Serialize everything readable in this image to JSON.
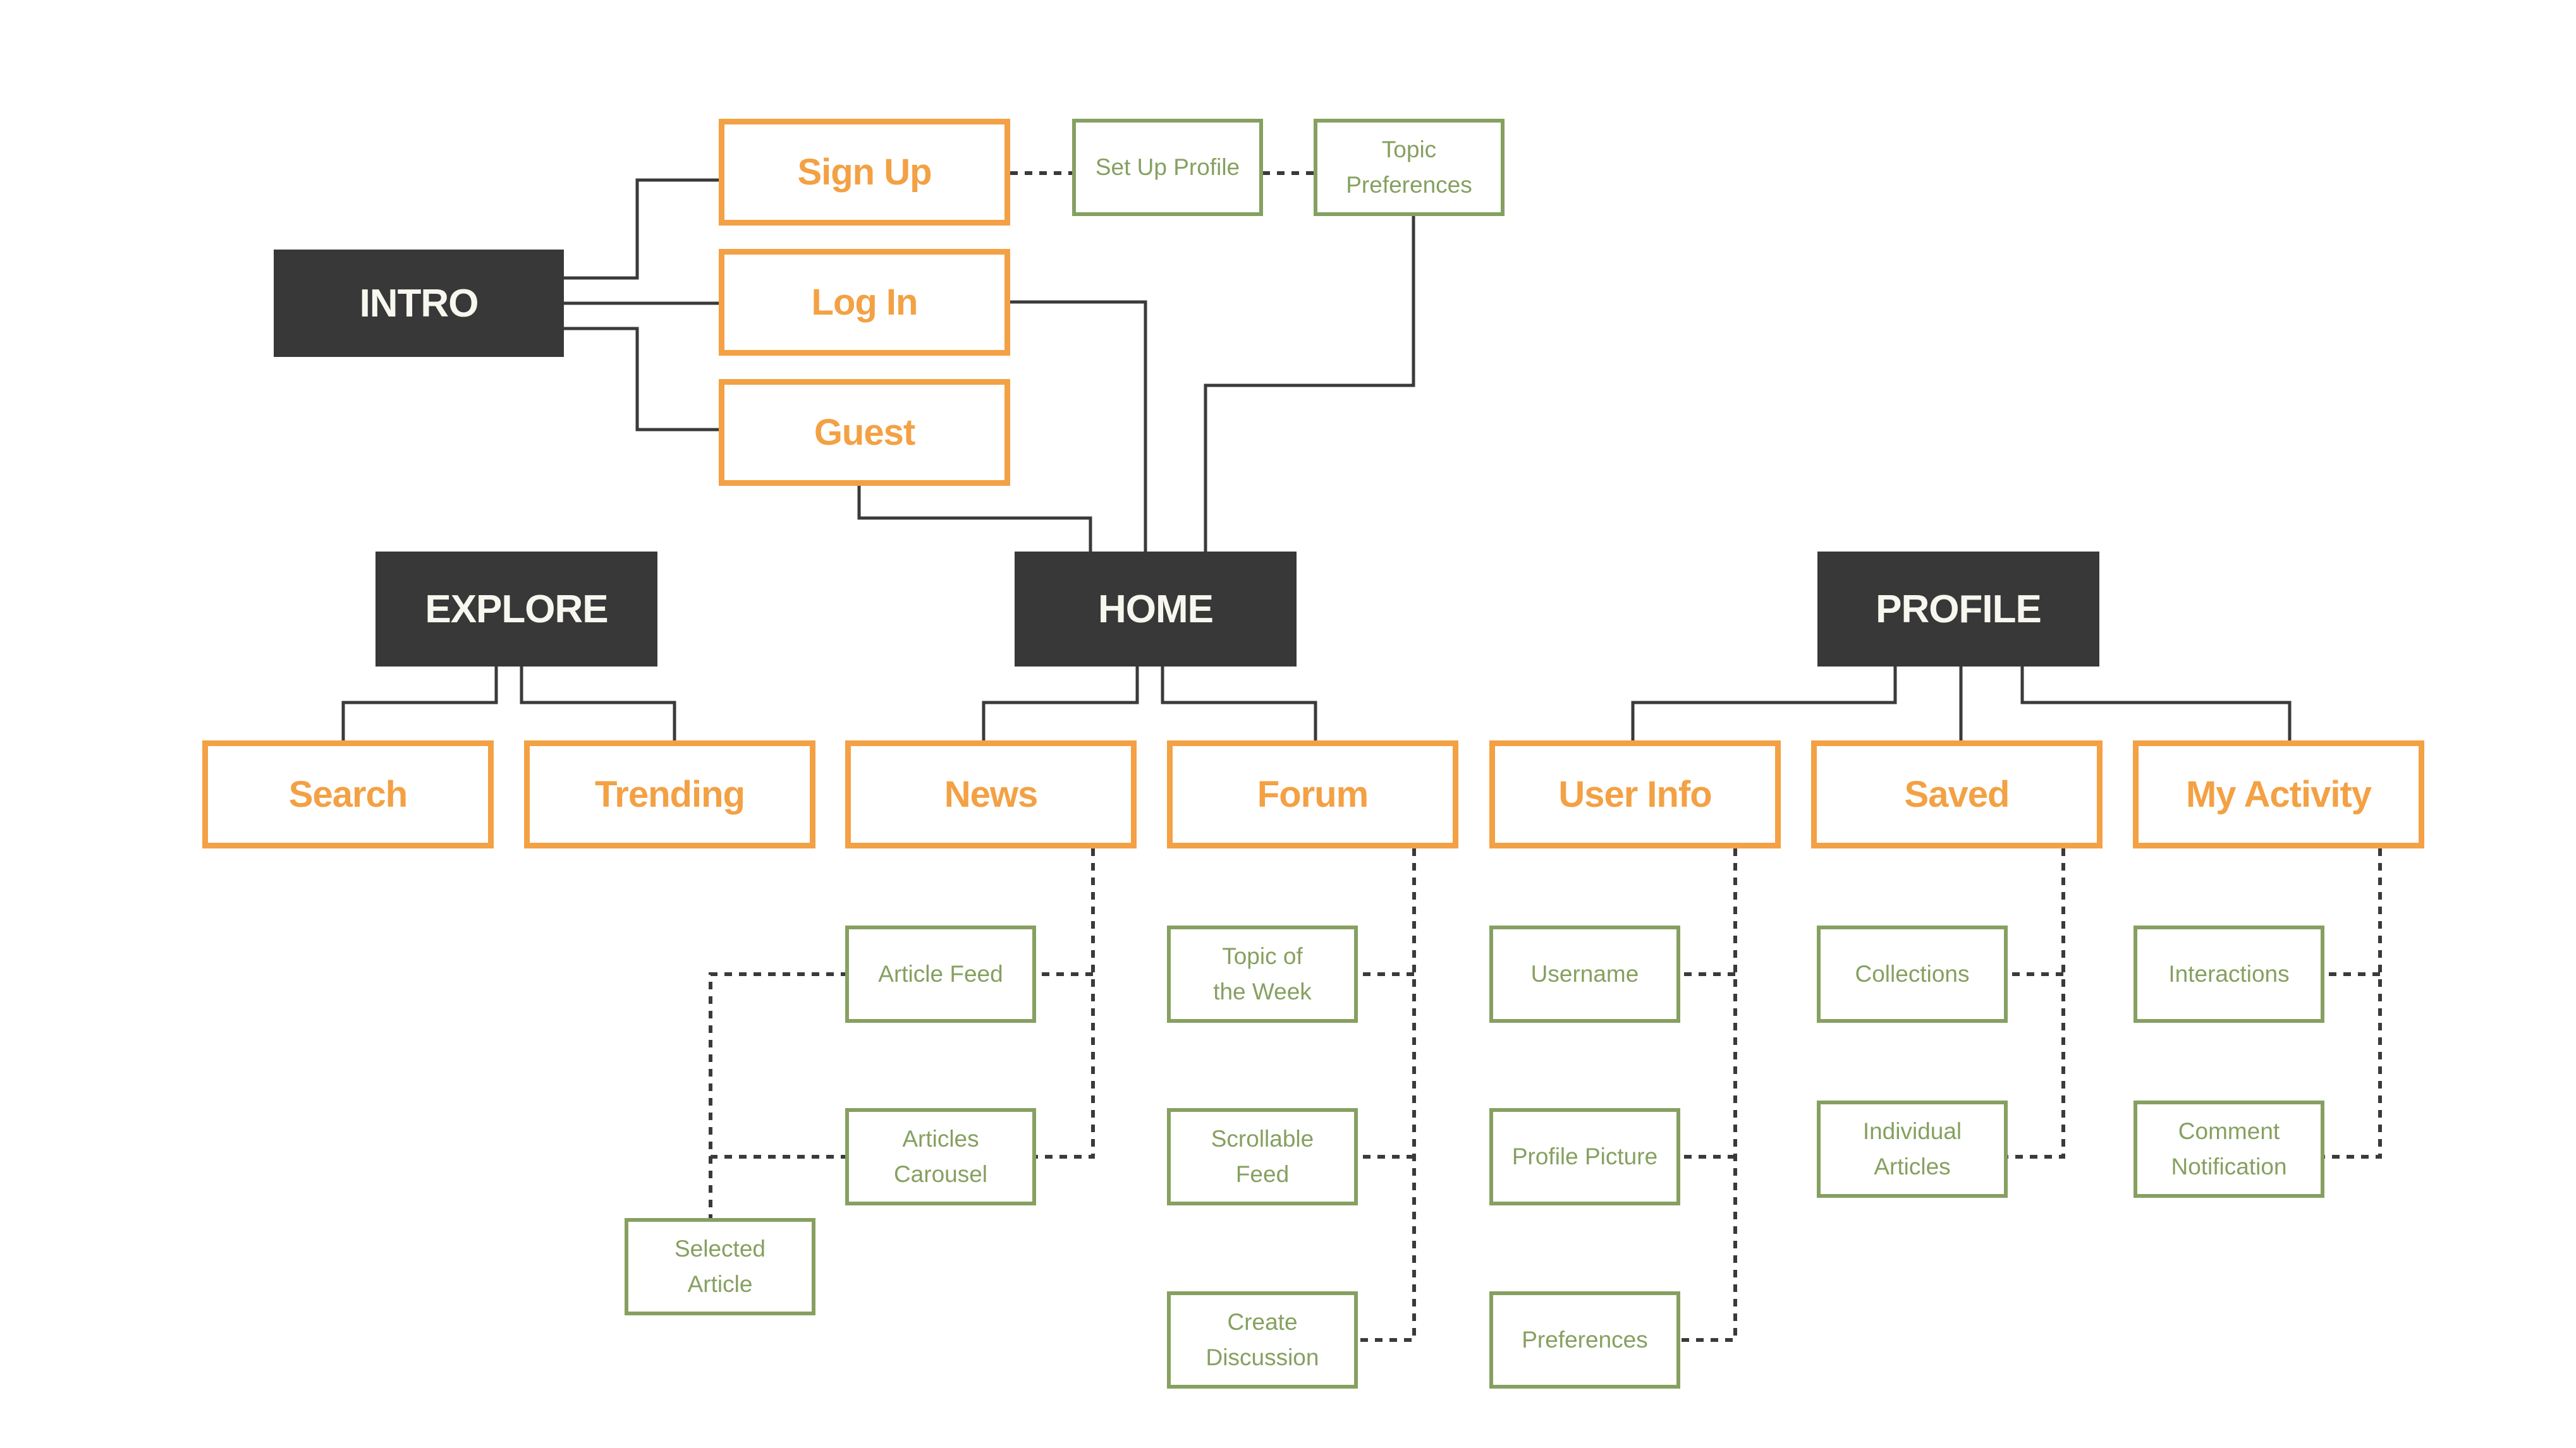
{
  "colors": {
    "dark": "#383838",
    "dark_text": "#f7f7ef",
    "orange": "#f3a144",
    "green": "#86a060",
    "connector": "#3a3a3a"
  },
  "nodes": {
    "intro": "INTRO",
    "sign_up": "Sign Up",
    "log_in": "Log In",
    "guest": "Guest",
    "set_up_profile": "Set Up Profile",
    "topic_preferences": "Topic\nPreferences",
    "explore": "EXPLORE",
    "home": "HOME",
    "profile": "PROFILE",
    "search": "Search",
    "trending": "Trending",
    "news": "News",
    "forum": "Forum",
    "user_info": "User Info",
    "saved": "Saved",
    "my_activity": "My Activity",
    "article_feed": "Article Feed",
    "articles_carousel": "Articles\nCarousel",
    "selected_article": "Selected\nArticle",
    "topic_of_the_week": "Topic of\nthe Week",
    "scrollable_feed": "Scrollable\nFeed",
    "create_discussion": "Create\nDiscussion",
    "username": "Username",
    "profile_picture": "Profile Picture",
    "preferences": "Preferences",
    "collections": "Collections",
    "individual_articles": "Individual\nArticles",
    "interactions": "Interactions",
    "comment_notification": "Comment\nNotification"
  },
  "edges": [
    {
      "from": "intro",
      "to": "sign_up",
      "style": "solid"
    },
    {
      "from": "intro",
      "to": "log_in",
      "style": "solid"
    },
    {
      "from": "intro",
      "to": "guest",
      "style": "solid"
    },
    {
      "from": "sign_up",
      "to": "set_up_profile",
      "style": "dashed"
    },
    {
      "from": "set_up_profile",
      "to": "topic_preferences",
      "style": "dashed"
    },
    {
      "from": "log_in",
      "to": "home",
      "style": "solid"
    },
    {
      "from": "guest",
      "to": "home",
      "style": "solid"
    },
    {
      "from": "topic_preferences",
      "to": "home",
      "style": "solid"
    },
    {
      "from": "explore",
      "to": "search",
      "style": "solid"
    },
    {
      "from": "explore",
      "to": "trending",
      "style": "solid"
    },
    {
      "from": "home",
      "to": "news",
      "style": "solid"
    },
    {
      "from": "home",
      "to": "forum",
      "style": "solid"
    },
    {
      "from": "profile",
      "to": "user_info",
      "style": "solid"
    },
    {
      "from": "profile",
      "to": "saved",
      "style": "solid"
    },
    {
      "from": "profile",
      "to": "my_activity",
      "style": "solid"
    },
    {
      "from": "news",
      "to": "article_feed",
      "style": "dashed"
    },
    {
      "from": "news",
      "to": "articles_carousel",
      "style": "dashed"
    },
    {
      "from": "article_feed",
      "to": "selected_article",
      "style": "dashed"
    },
    {
      "from": "articles_carousel",
      "to": "selected_article",
      "style": "dashed"
    },
    {
      "from": "forum",
      "to": "topic_of_the_week",
      "style": "dashed"
    },
    {
      "from": "forum",
      "to": "scrollable_feed",
      "style": "dashed"
    },
    {
      "from": "forum",
      "to": "create_discussion",
      "style": "dashed"
    },
    {
      "from": "user_info",
      "to": "username",
      "style": "dashed"
    },
    {
      "from": "user_info",
      "to": "profile_picture",
      "style": "dashed"
    },
    {
      "from": "user_info",
      "to": "preferences",
      "style": "dashed"
    },
    {
      "from": "saved",
      "to": "collections",
      "style": "dashed"
    },
    {
      "from": "saved",
      "to": "individual_articles",
      "style": "dashed"
    },
    {
      "from": "my_activity",
      "to": "interactions",
      "style": "dashed"
    },
    {
      "from": "my_activity",
      "to": "comment_notification",
      "style": "dashed"
    }
  ]
}
